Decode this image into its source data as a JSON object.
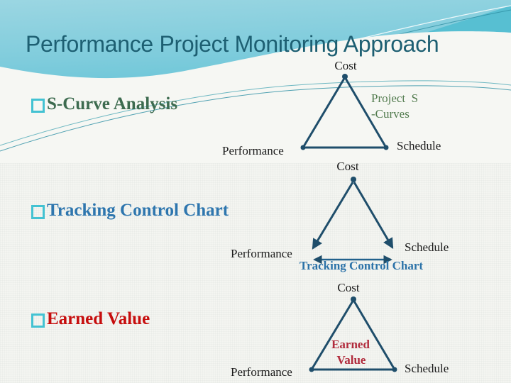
{
  "slide": {
    "title": "Performance Project Monitoring Approach",
    "bullets": [
      {
        "label": "S-Curve Analysis"
      },
      {
        "label": "Tracking Control Chart"
      },
      {
        "label": "Earned Value"
      }
    ],
    "diagrams": [
      {
        "name": "project-s-curves-triangle",
        "top_label": "Cost",
        "left_label": "Performance",
        "right_label": "Schedule",
        "annotation_line1": "Project  S",
        "annotation_line2": "-Curves"
      },
      {
        "name": "tracking-control-chart-triangle",
        "top_label": "Cost",
        "left_label": "Performance",
        "right_label": "Schedule",
        "annotation": "Tracking Control Chart"
      },
      {
        "name": "earned-value-triangle",
        "top_label": "Cost",
        "left_label": "Performance",
        "right_label": "Schedule",
        "annotation_line1": "Earned",
        "annotation_line2": "Value"
      }
    ],
    "colors": {
      "title_text": "#1d5f72",
      "bullet_square": "#43c2d2",
      "bullet_s_curve": "#3d6b4f",
      "bullet_tracking": "#2e76ae",
      "bullet_earned": "#c60d0d",
      "triangle_stroke": "#1f4e6b",
      "arrow_stroke": "#21618c",
      "annotation_green": "#527b4e",
      "annotation_blue": "#2b72a8",
      "annotation_red": "#b12b3c",
      "diagram_label": "#1a1a1a",
      "header_cyan_top": "#9bd6e2",
      "header_cyan_deep": "#62c3d6"
    }
  }
}
